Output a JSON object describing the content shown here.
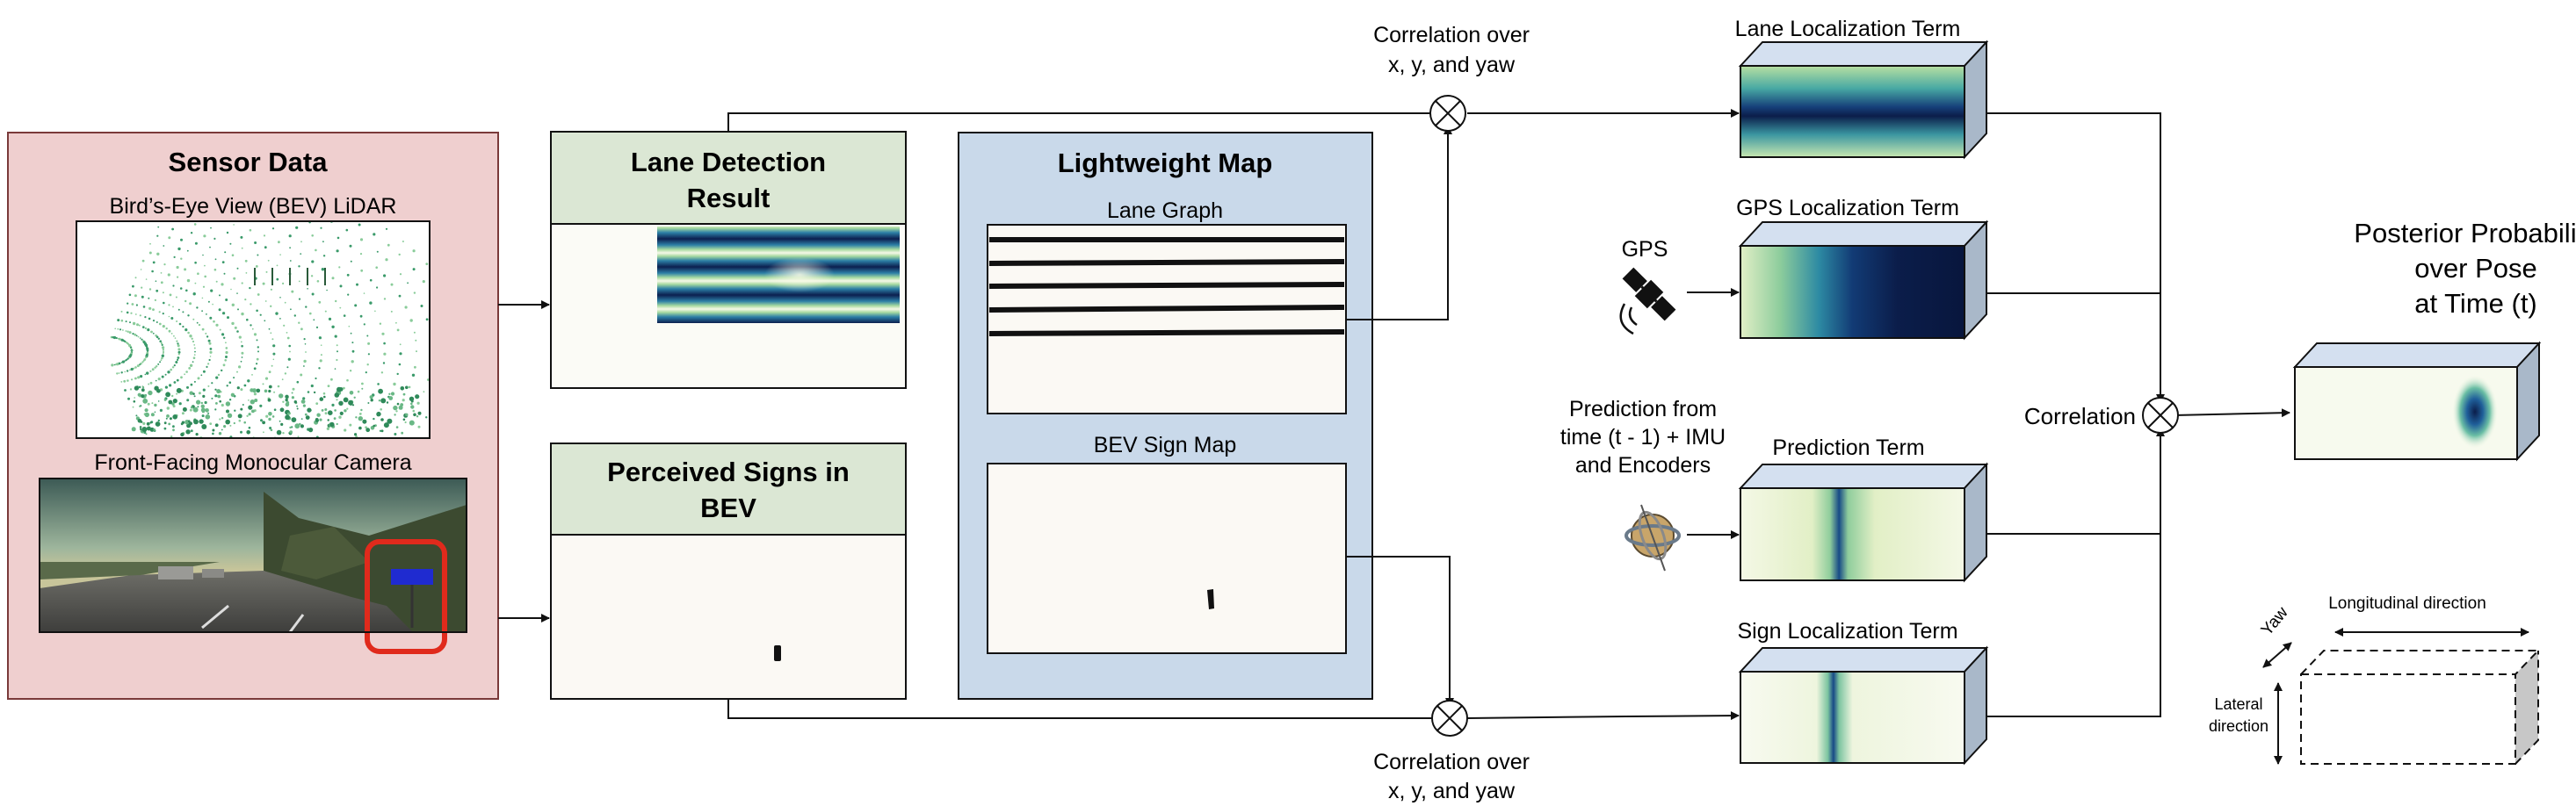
{
  "sensor_data": {
    "title": "Sensor Data",
    "lidar_label": "Bird’s-Eye View (BEV) LiDAR",
    "camera_label": "Front-Facing Monocular Camera"
  },
  "lane_detection": {
    "title_line1": "Lane Detection",
    "title_line2": "Result"
  },
  "perceived_signs": {
    "title_line1": "Perceived Signs in",
    "title_line2": "BEV"
  },
  "lightweight_map": {
    "title": "Lightweight Map",
    "lane_graph_label": "Lane Graph",
    "sign_map_label": "BEV Sign Map"
  },
  "correlation_top": {
    "line1": "Correlation over",
    "line2": "x, y, and yaw"
  },
  "correlation_bottom": {
    "line1": "Correlation over",
    "line2": "x, y, and yaw"
  },
  "terms": {
    "lane": "Lane Localization Term",
    "gps": "GPS Localization Term",
    "prediction": "Prediction Term",
    "sign": "Sign Localization Term"
  },
  "gps_label": "GPS",
  "prediction_source": {
    "line1": "Prediction from",
    "line2": "time (t - 1) + IMU",
    "line3": "and Encoders"
  },
  "correlation_label": "Correlation",
  "posterior": {
    "line1": "Posterior Probability",
    "line2": "over Pose",
    "line3": "at Time (t)"
  },
  "axes_legend": {
    "longitudinal": "Longitudinal direction",
    "yaw": "Yaw",
    "lateral_line1": "Lateral",
    "lateral_line2": "direction"
  },
  "colors": {
    "sensor_bg": "#efcfcf",
    "sensor_border": "#7a3a3a",
    "header_green": "#dbe7d4",
    "map_bg": "#c9d9ea",
    "cube_top": "#d4e0f0",
    "cube_side": "#a9b8c9",
    "sign_box": "#1f2bd0",
    "sign_highlight": "#e02a1c"
  }
}
